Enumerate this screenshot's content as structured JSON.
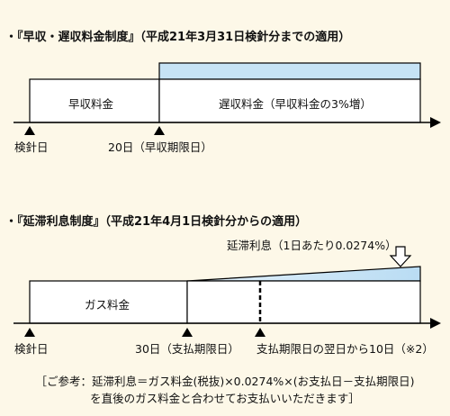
{
  "section1": {
    "title": "・『早収・遅収料金制度』（平成21年3月31日検針分までの適用）",
    "bar_left": "早収料金",
    "bar_right": "遅収料金（早収料金の3%増）",
    "marker_left": "検針日",
    "marker_right": "20日（早収期限日）"
  },
  "section2": {
    "title": "・『延滞利息制度』（平成21年4月1日検針分からの適用）",
    "interest_label": "延滞利息（1日あたり0.0274%）",
    "bar_left": "ガス料金",
    "marker_left": "検針日",
    "marker_mid": "30日（支払期限日）",
    "marker_right": "支払期限日の翌日から10日（※2）"
  },
  "note": {
    "line1": "［ご参考：延滞利息＝ガス料金(税抜)×0.0274%×(お支払日－支払期限日)",
    "line2": "を直後のガス料金と合わせてお支払いいただきます］"
  },
  "colors": {
    "background": "#fdf8e8",
    "highlight": "#c6e3f5",
    "line": "#000000"
  }
}
